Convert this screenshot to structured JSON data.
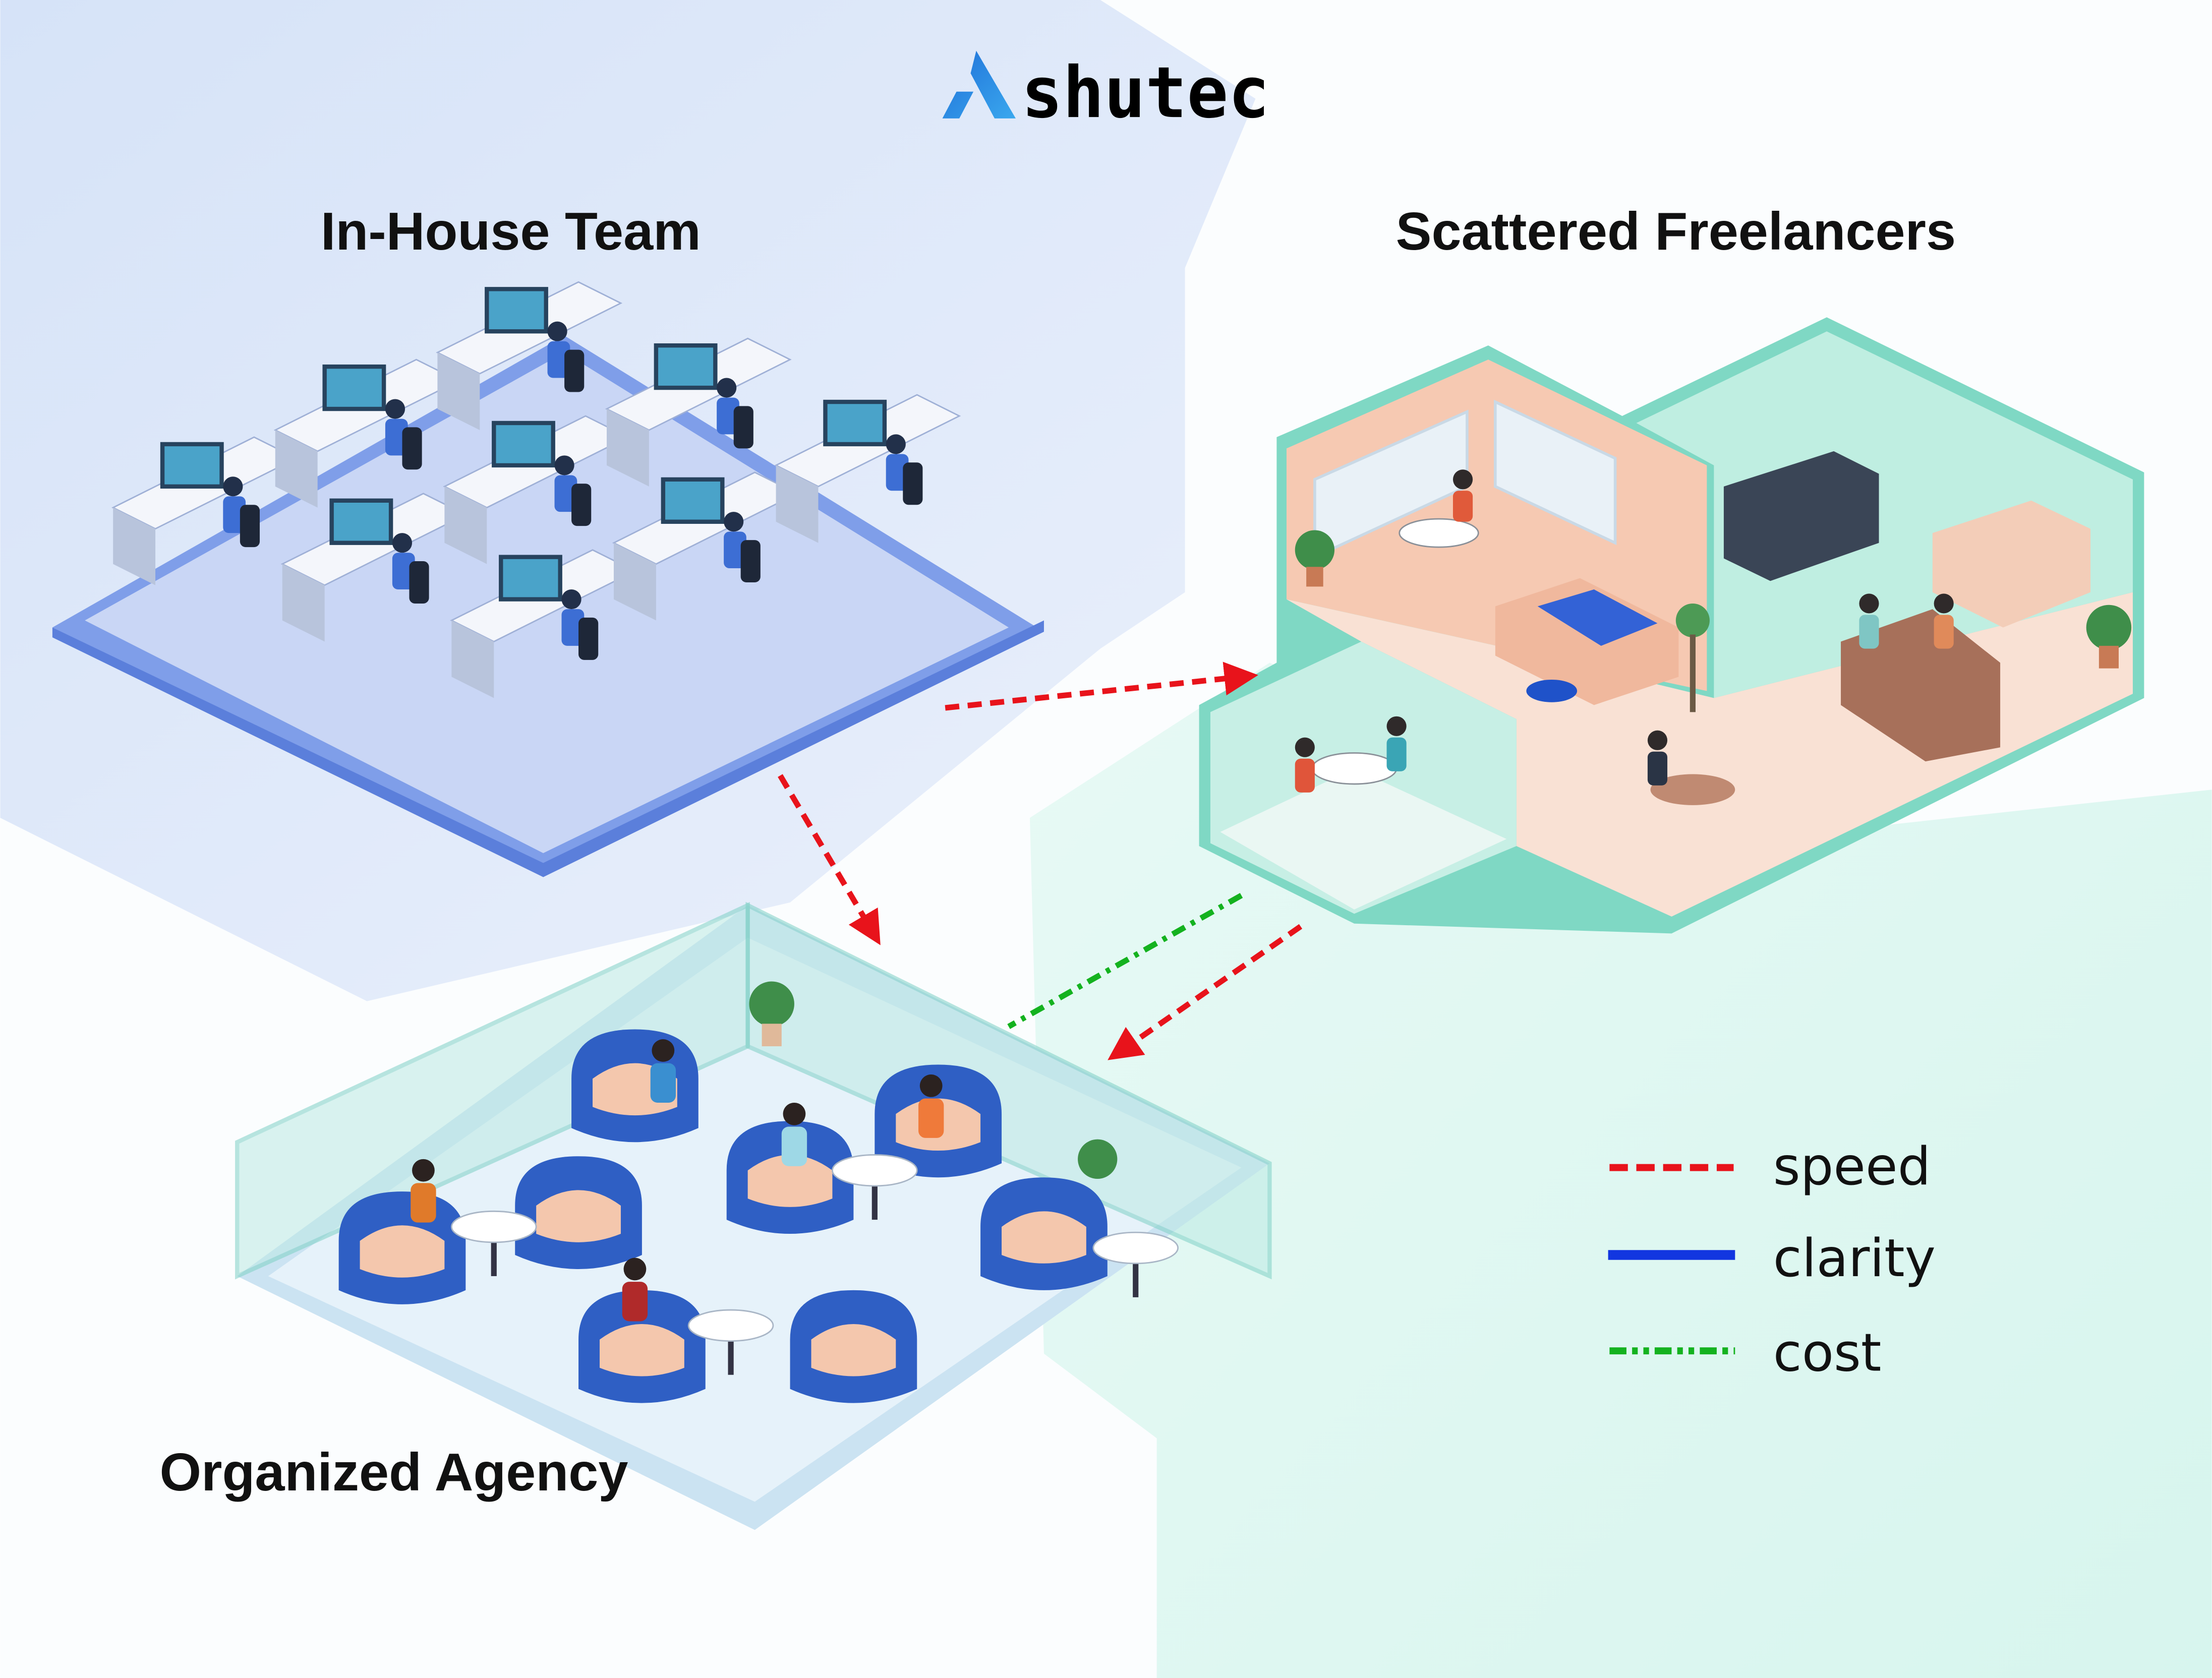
{
  "logo": {
    "text": "shutec",
    "mark": "A"
  },
  "scenes": {
    "in_house": {
      "title": "In-House Team"
    },
    "freelancers": {
      "title": "Scattered Freelancers"
    },
    "agency": {
      "title": "Organized Agency"
    }
  },
  "legend": [
    {
      "label": "speed",
      "style": "dashed",
      "color": "#e8131b"
    },
    {
      "label": "clarity",
      "style": "solid",
      "color": "#1236e0"
    },
    {
      "label": "cost",
      "style": "dash-dot",
      "color": "#14b21f"
    }
  ],
  "colors": {
    "blue_bg": "#dde8f9",
    "mint_bg": "#def7f1",
    "platform": "#7f9ee9",
    "room_wall": "#f4c4ab",
    "room_teal": "#a8e6d6"
  }
}
